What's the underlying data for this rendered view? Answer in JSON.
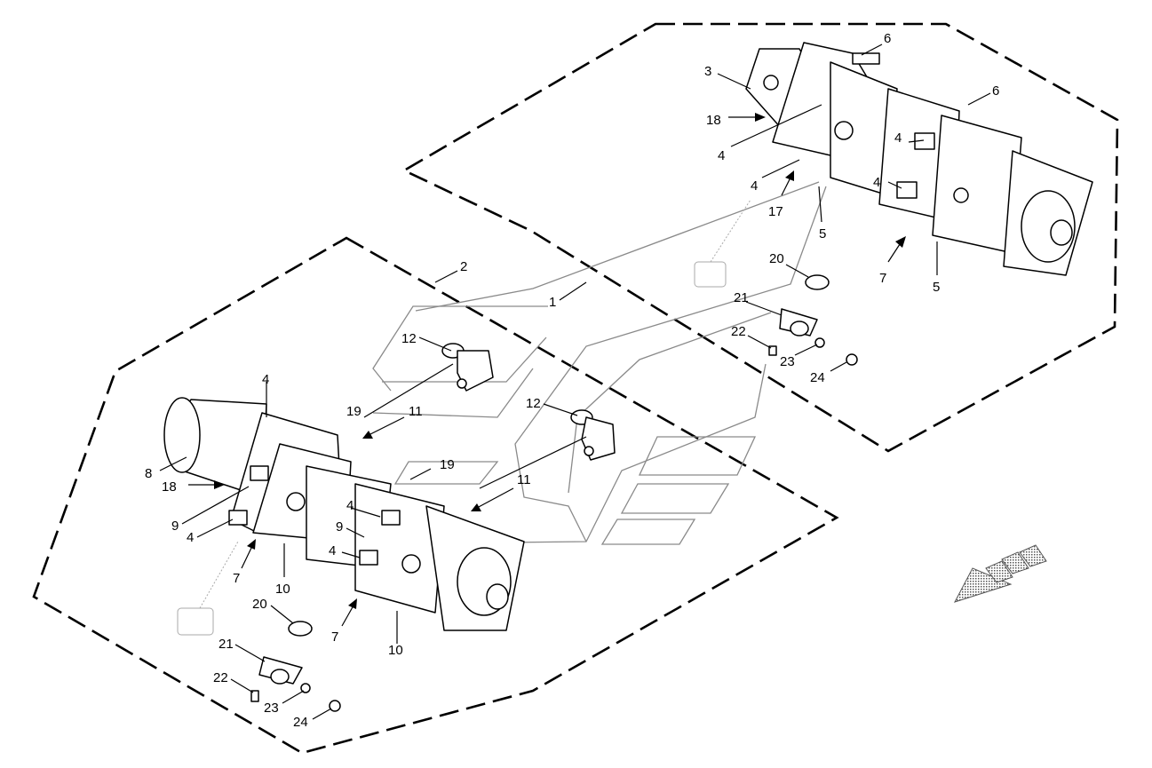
{
  "diagram": {
    "callouts": {
      "n1": "1",
      "n2": "2",
      "n3": "3",
      "n4a": "4",
      "n4b": "4",
      "n4c": "4",
      "n4d": "4",
      "n4e": "4",
      "n4f": "4",
      "n4g": "4",
      "n4h": "4",
      "n5a": "5",
      "n5b": "5",
      "n6a": "6",
      "n6b": "6",
      "n7a": "7",
      "n7b": "7",
      "n7c": "7",
      "n8": "8",
      "n9a": "9",
      "n9b": "9",
      "n10a": "10",
      "n10b": "10",
      "n11a": "11",
      "n11b": "11",
      "n12a": "12",
      "n12b": "12",
      "n17": "17",
      "n18a": "18",
      "n18b": "18",
      "n19a": "19",
      "n19b": "19",
      "n20a": "20",
      "n20b": "20",
      "n21a": "21",
      "n21b": "21",
      "n22a": "22",
      "n22b": "22",
      "n23a": "23",
      "n23b": "23",
      "n24a": "24",
      "n24b": "24"
    },
    "colors": {
      "line": "#000000",
      "guide": "#8a8a8a",
      "hatch": "#555555",
      "background": "#ffffff"
    },
    "icons": [
      "direction-arrow-icon"
    ]
  }
}
